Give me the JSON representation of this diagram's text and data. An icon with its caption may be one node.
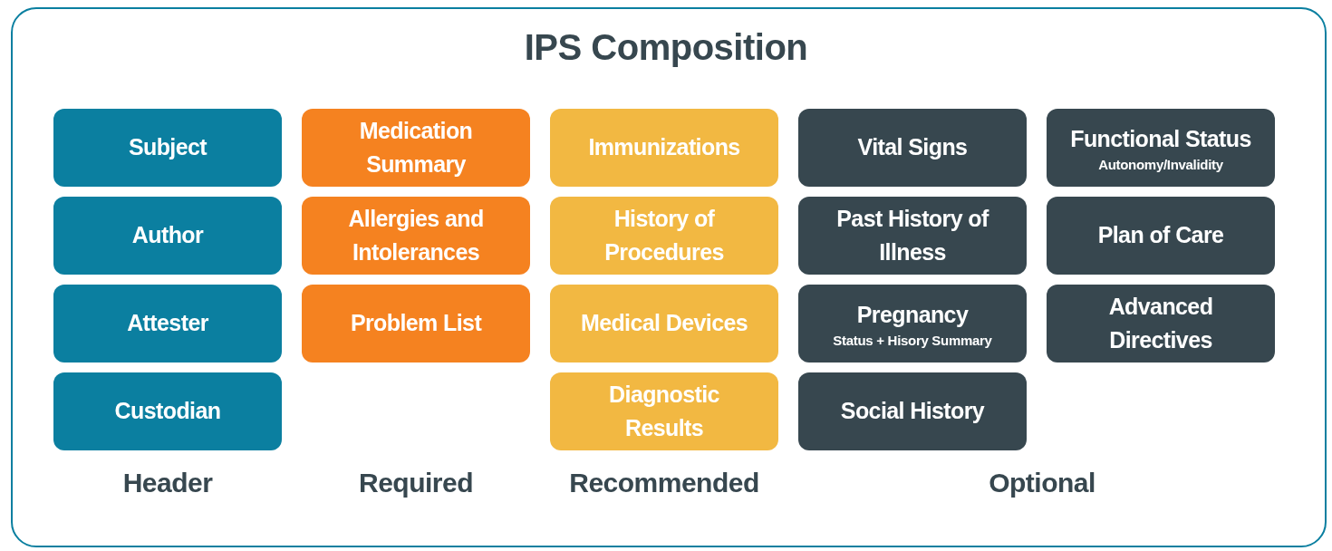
{
  "diagram": {
    "title": "IPS Composition",
    "nodes": [
      {
        "text": [
          "Subject"
        ]
      },
      {
        "text": [
          "Author"
        ]
      },
      {
        "text": [
          "Attester"
        ]
      },
      {
        "text": [
          "Custodian"
        ]
      },
      {
        "text": [
          "Medication Summary"
        ]
      },
      {
        "text": [
          "Allergies and Intolerances"
        ]
      },
      {
        "text": [
          "Problem List"
        ]
      },
      {
        "text": [
          "Immunizations"
        ]
      },
      {
        "text": [
          "History of Procedures"
        ]
      },
      {
        "text": [
          "Medical Devices"
        ]
      },
      {
        "text": [
          "Diagnostic Results"
        ]
      },
      {
        "text": [
          "Vital Signs"
        ]
      },
      {
        "text": [
          "Past History of Illness"
        ]
      },
      {
        "text": [
          "Pregnancy",
          "Status + Hisory Summary"
        ]
      },
      {
        "text": [
          "Social History"
        ]
      },
      {
        "text": [
          "Functional Status",
          "Autonomy/Invalidity"
        ]
      },
      {
        "text": [
          "Plan of Care"
        ]
      },
      {
        "text": [
          "Advanced Directives"
        ]
      }
    ],
    "labels": [
      "Header",
      "Required",
      "Recommended",
      "Optional"
    ]
  }
}
